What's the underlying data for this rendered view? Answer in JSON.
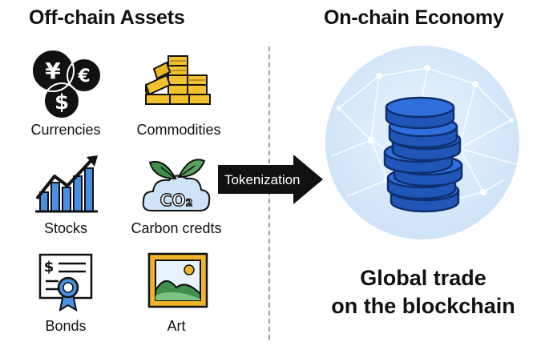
{
  "left_title": "Off-chain Assets",
  "right_title": "On-chain Economy",
  "assets": [
    {
      "label": "Currencies",
      "icon": "currency-coins-icon"
    },
    {
      "label": "Commodities",
      "icon": "gold-bars-icon"
    },
    {
      "label": "Stocks",
      "icon": "stock-chart-icon"
    },
    {
      "label": "Carbon credts",
      "icon": "co2-leaves-icon"
    },
    {
      "label": "Bonds",
      "icon": "bond-certificate-icon"
    },
    {
      "label": "Art",
      "icon": "framed-art-icon"
    }
  ],
  "currency_symbols": {
    "yen": "¥",
    "euro": "€",
    "dollar": "$"
  },
  "co2_text": "CO₂",
  "bond_symbol": "$",
  "arrow_label": "Tokenization",
  "result_line1": "Global trade",
  "result_line2": "on the blockchain",
  "colors": {
    "coin_blue": "#2f6fdc",
    "coin_edge": "#173f8f",
    "network_bg": "#dcebfb",
    "gold": "#f2c12e",
    "stock_blue": "#4a90e2",
    "art_frame": "#f0b429",
    "leaf_green": "#3f8f4a"
  }
}
